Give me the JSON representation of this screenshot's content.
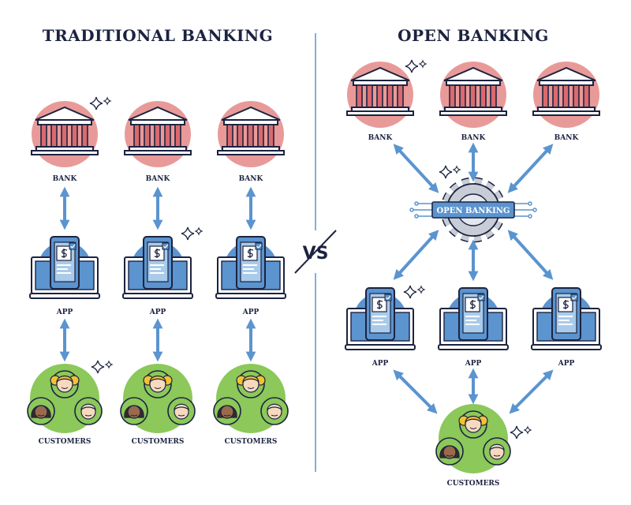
{
  "titles": {
    "left": "TRADITIONAL BANKING",
    "right": "OPEN BANKING",
    "vs": "VS"
  },
  "labels": {
    "bank": "BANK",
    "app": "APP",
    "customers": "CUSTOMERS",
    "hub": "OPEN BANKING"
  },
  "colors": {
    "ink": "#1c2340",
    "bank_circle": "#e89a99",
    "bank_fill": "#d96a6e",
    "app_blue": "#5b94cf",
    "app_light": "#a9cbeb",
    "customer_green": "#8cc85a",
    "arrow": "#5b94cf",
    "hub_gear": "#c7ccd6"
  },
  "icons": {
    "bank": "bank-building-icon",
    "app": "laptop-phone-payment-icon",
    "customers": "customer-group-icon",
    "sparkle": "sparkle-icon",
    "hub": "gear-icon"
  }
}
